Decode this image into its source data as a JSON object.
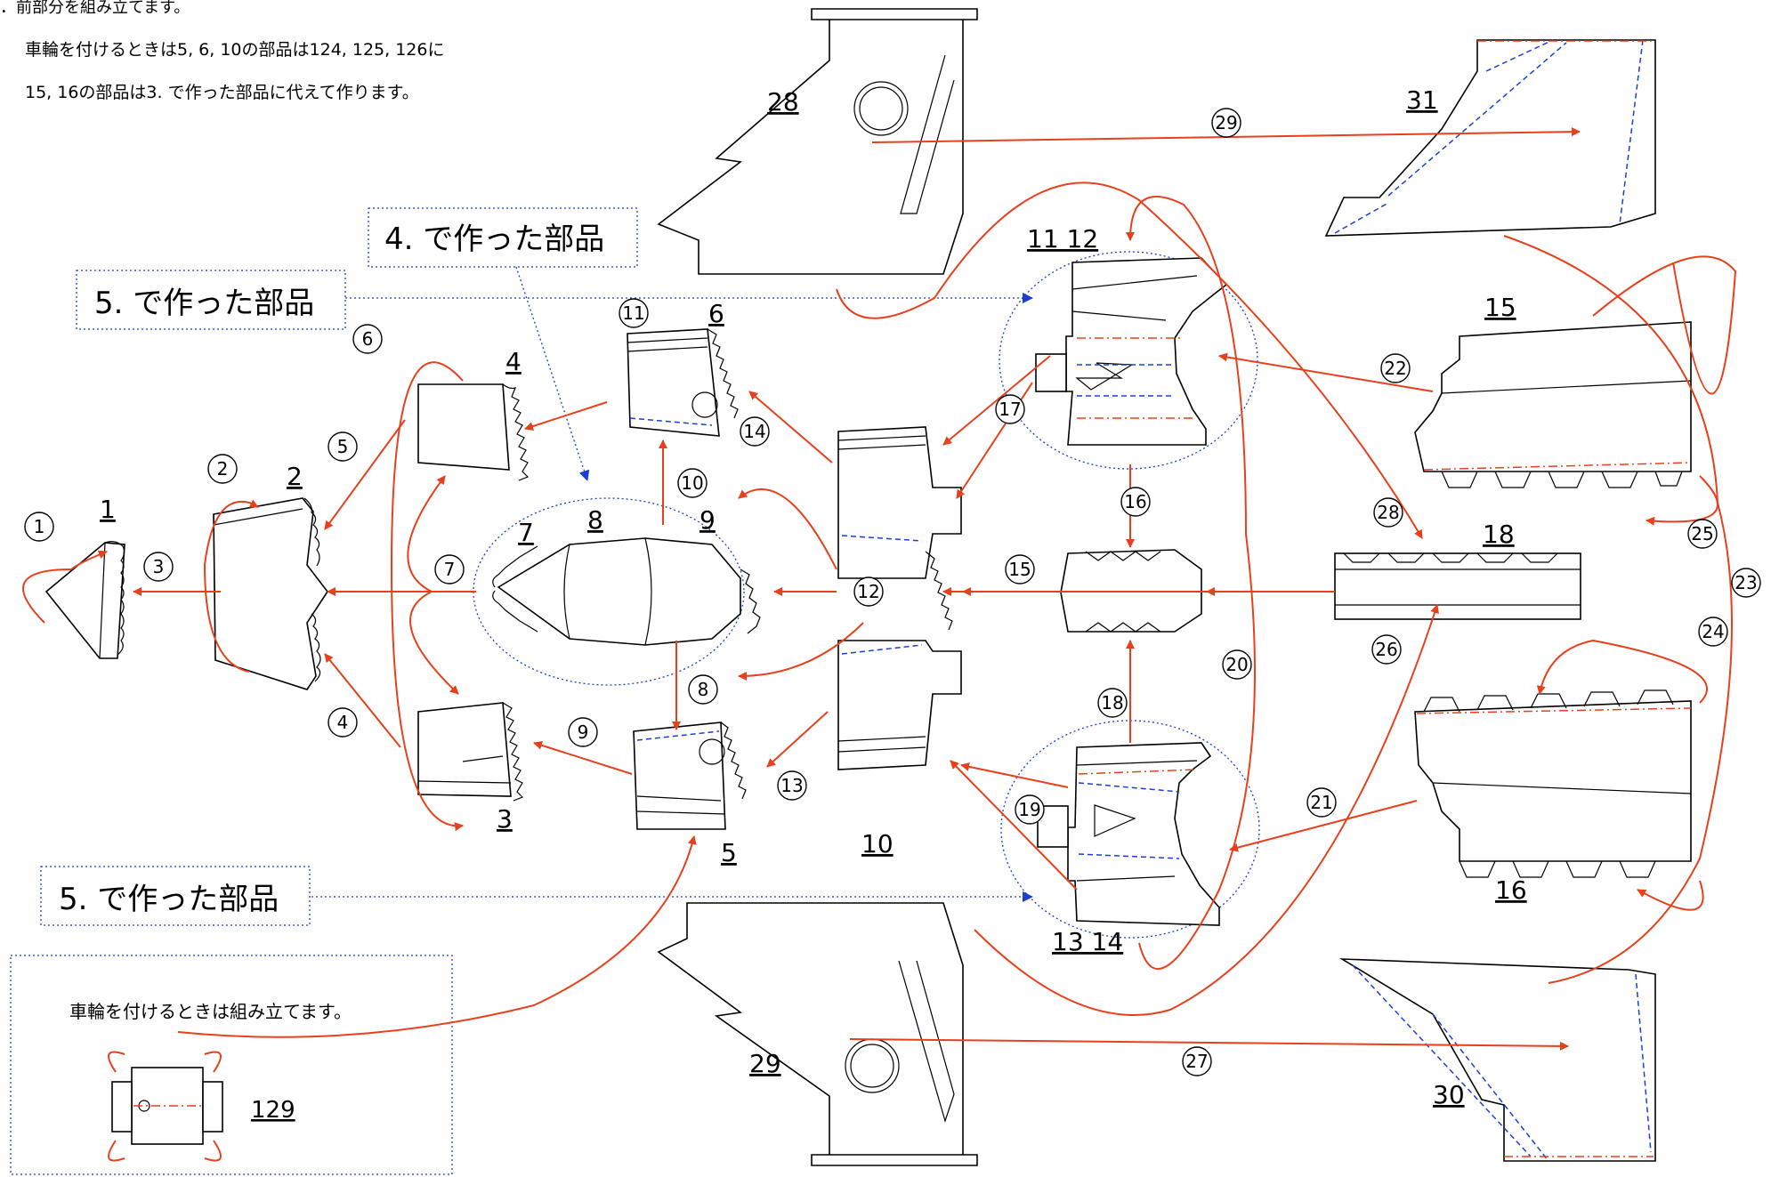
{
  "instructions": {
    "line1": "．前部分を組み立てます。",
    "line2": "車輪を付けるときは5, 6, 10の部品は124, 125, 126に",
    "line3": "15, 16の部品は3. で作った部品に代えて作ります。"
  },
  "callouts": {
    "made_in_4": "4. で作った部品",
    "made_in_5_top": "5. で作った部品",
    "made_in_5_bottom": "5. で作った部品"
  },
  "inset": {
    "caption": "車輪を付けるときは組み立てます。",
    "part": "129"
  },
  "part_labels": {
    "p1": "1",
    "p2": "2",
    "p3": "3",
    "p4": "4",
    "p5": "5",
    "p6": "6",
    "p7": "7",
    "p8": "8",
    "p9": "9",
    "p10": "10",
    "p11_12": "11 12",
    "p13_14": "13 14",
    "p15": "15",
    "p16": "16",
    "p18": "18",
    "p28": "28",
    "p29": "29",
    "p30": "30",
    "p31": "31"
  },
  "steps": [
    "1",
    "2",
    "3",
    "4",
    "5",
    "6",
    "7",
    "8",
    "9",
    "10",
    "11",
    "12",
    "13",
    "14",
    "15",
    "16",
    "17",
    "18",
    "19",
    "20",
    "21",
    "22",
    "23",
    "24",
    "25",
    "26",
    "27",
    "28",
    "29"
  ],
  "colors": {
    "arrow": "#e8401c",
    "guide": "#1a3fd6"
  }
}
